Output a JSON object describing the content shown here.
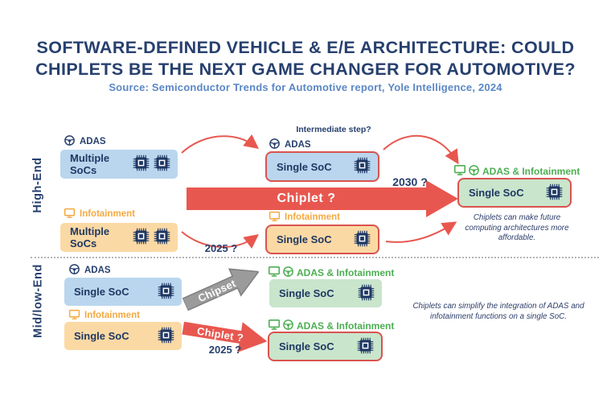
{
  "header": {
    "title_line1": "SOFTWARE-DEFINED VEHICLE & E/E ARCHITECTURE: COULD",
    "title_line2": "CHIPLETS BE THE NEXT GAME CHANGER FOR AUTOMOTIVE?",
    "source": "Source: Semiconductor Trends for Automotive report, Yole Intelligence, 2024"
  },
  "colors": {
    "navy_text": "#27406e",
    "source_blue": "#5b87c5",
    "blue_box": "#bad6ee",
    "orange_box": "#fbd9a4",
    "orange_label": "#f5a93f",
    "green_box": "#c9e5cc",
    "green_label": "#4cae52",
    "red_accent": "#e8574f",
    "gray_arrow": "#9b9b9b"
  },
  "diagram": {
    "high_end": {
      "label": "High-End",
      "start": [
        {
          "domain": "ADAS",
          "icon": "steering-wheel",
          "soc": "Multiple SoCs",
          "chip_count": 2
        },
        {
          "domain": "Infotainment",
          "icon": "monitor",
          "soc": "Multiple SoCs",
          "chip_count": 2
        }
      ],
      "intermediate_caption": "Intermediate step?",
      "intermediate": [
        {
          "domain": "ADAS",
          "icon": "steering-wheel",
          "soc": "Single SoC",
          "chip_count": 1,
          "highlighted": true
        },
        {
          "domain": "Infotainment",
          "icon": "monitor",
          "soc": "Single SoC",
          "chip_count": 1,
          "highlighted": true
        }
      ],
      "main_arrow_label": "Chiplet ?",
      "start_year": "2025 ?",
      "end_year": "2030 ?",
      "result": {
        "domain": "ADAS & Infotainment",
        "icons": [
          "monitor",
          "steering-wheel"
        ],
        "soc": "Single SoC",
        "chip_count": 1,
        "highlighted": true
      },
      "note": "Chiplets can make future computing architectures more affordable."
    },
    "mid_low_end": {
      "label": "Mid/low-End",
      "start": [
        {
          "domain": "ADAS",
          "icon": "steering-wheel",
          "soc": "Single SoC",
          "chip_count": 1
        },
        {
          "domain": "Infotainment",
          "icon": "monitor",
          "soc": "Single SoC",
          "chip_count": 1
        }
      ],
      "arrows": [
        {
          "label": "Chipset",
          "color": "gray"
        },
        {
          "label": "Chiplet ?",
          "color": "red"
        }
      ],
      "year": "2025 ?",
      "results": [
        {
          "domain": "ADAS & Infotainment",
          "icons": [
            "monitor",
            "steering-wheel"
          ],
          "soc": "Single SoC",
          "chip_count": 1,
          "highlighted": false
        },
        {
          "domain": "ADAS & Infotainment",
          "icons": [
            "monitor",
            "steering-wheel"
          ],
          "soc": "Single SoC",
          "chip_count": 1,
          "highlighted": true
        }
      ],
      "note": "Chiplets can simplify the integration of ADAS and infotainment functions on a single SoC."
    }
  }
}
